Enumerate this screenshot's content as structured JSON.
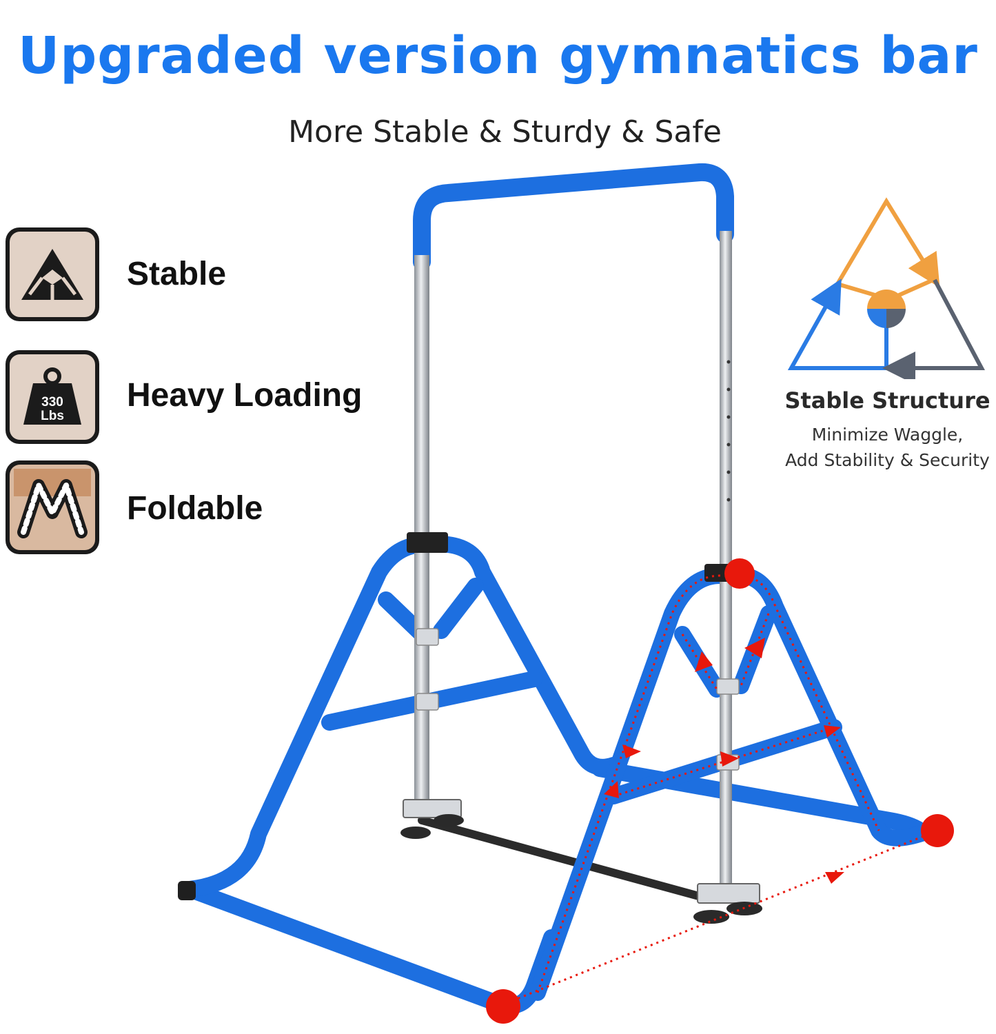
{
  "header": {
    "title": "Upgraded version gymnatics bar",
    "subtitle": "More Stable & Sturdy & Safe"
  },
  "features": [
    {
      "label": "Stable",
      "icon": "pyramid-icon"
    },
    {
      "label": "Heavy Loading",
      "icon": "weight-icon",
      "weight_value": "330",
      "weight_unit": "Lbs"
    },
    {
      "label": "Foldable",
      "icon": "folding-frame-icon"
    }
  ],
  "structure": {
    "title": "Stable Structure",
    "desc_line1": "Minimize Waggle,",
    "desc_line2": "Add Stability & Security"
  },
  "colors": {
    "title_blue": "#1a78ef",
    "frame_blue": "#1d6fe0",
    "marker_red": "#e8180c",
    "tri_orange": "#f0a040",
    "tri_blue": "#2a7be4",
    "tri_gray": "#5a6270",
    "badge_bg": "#e2d2c6"
  }
}
